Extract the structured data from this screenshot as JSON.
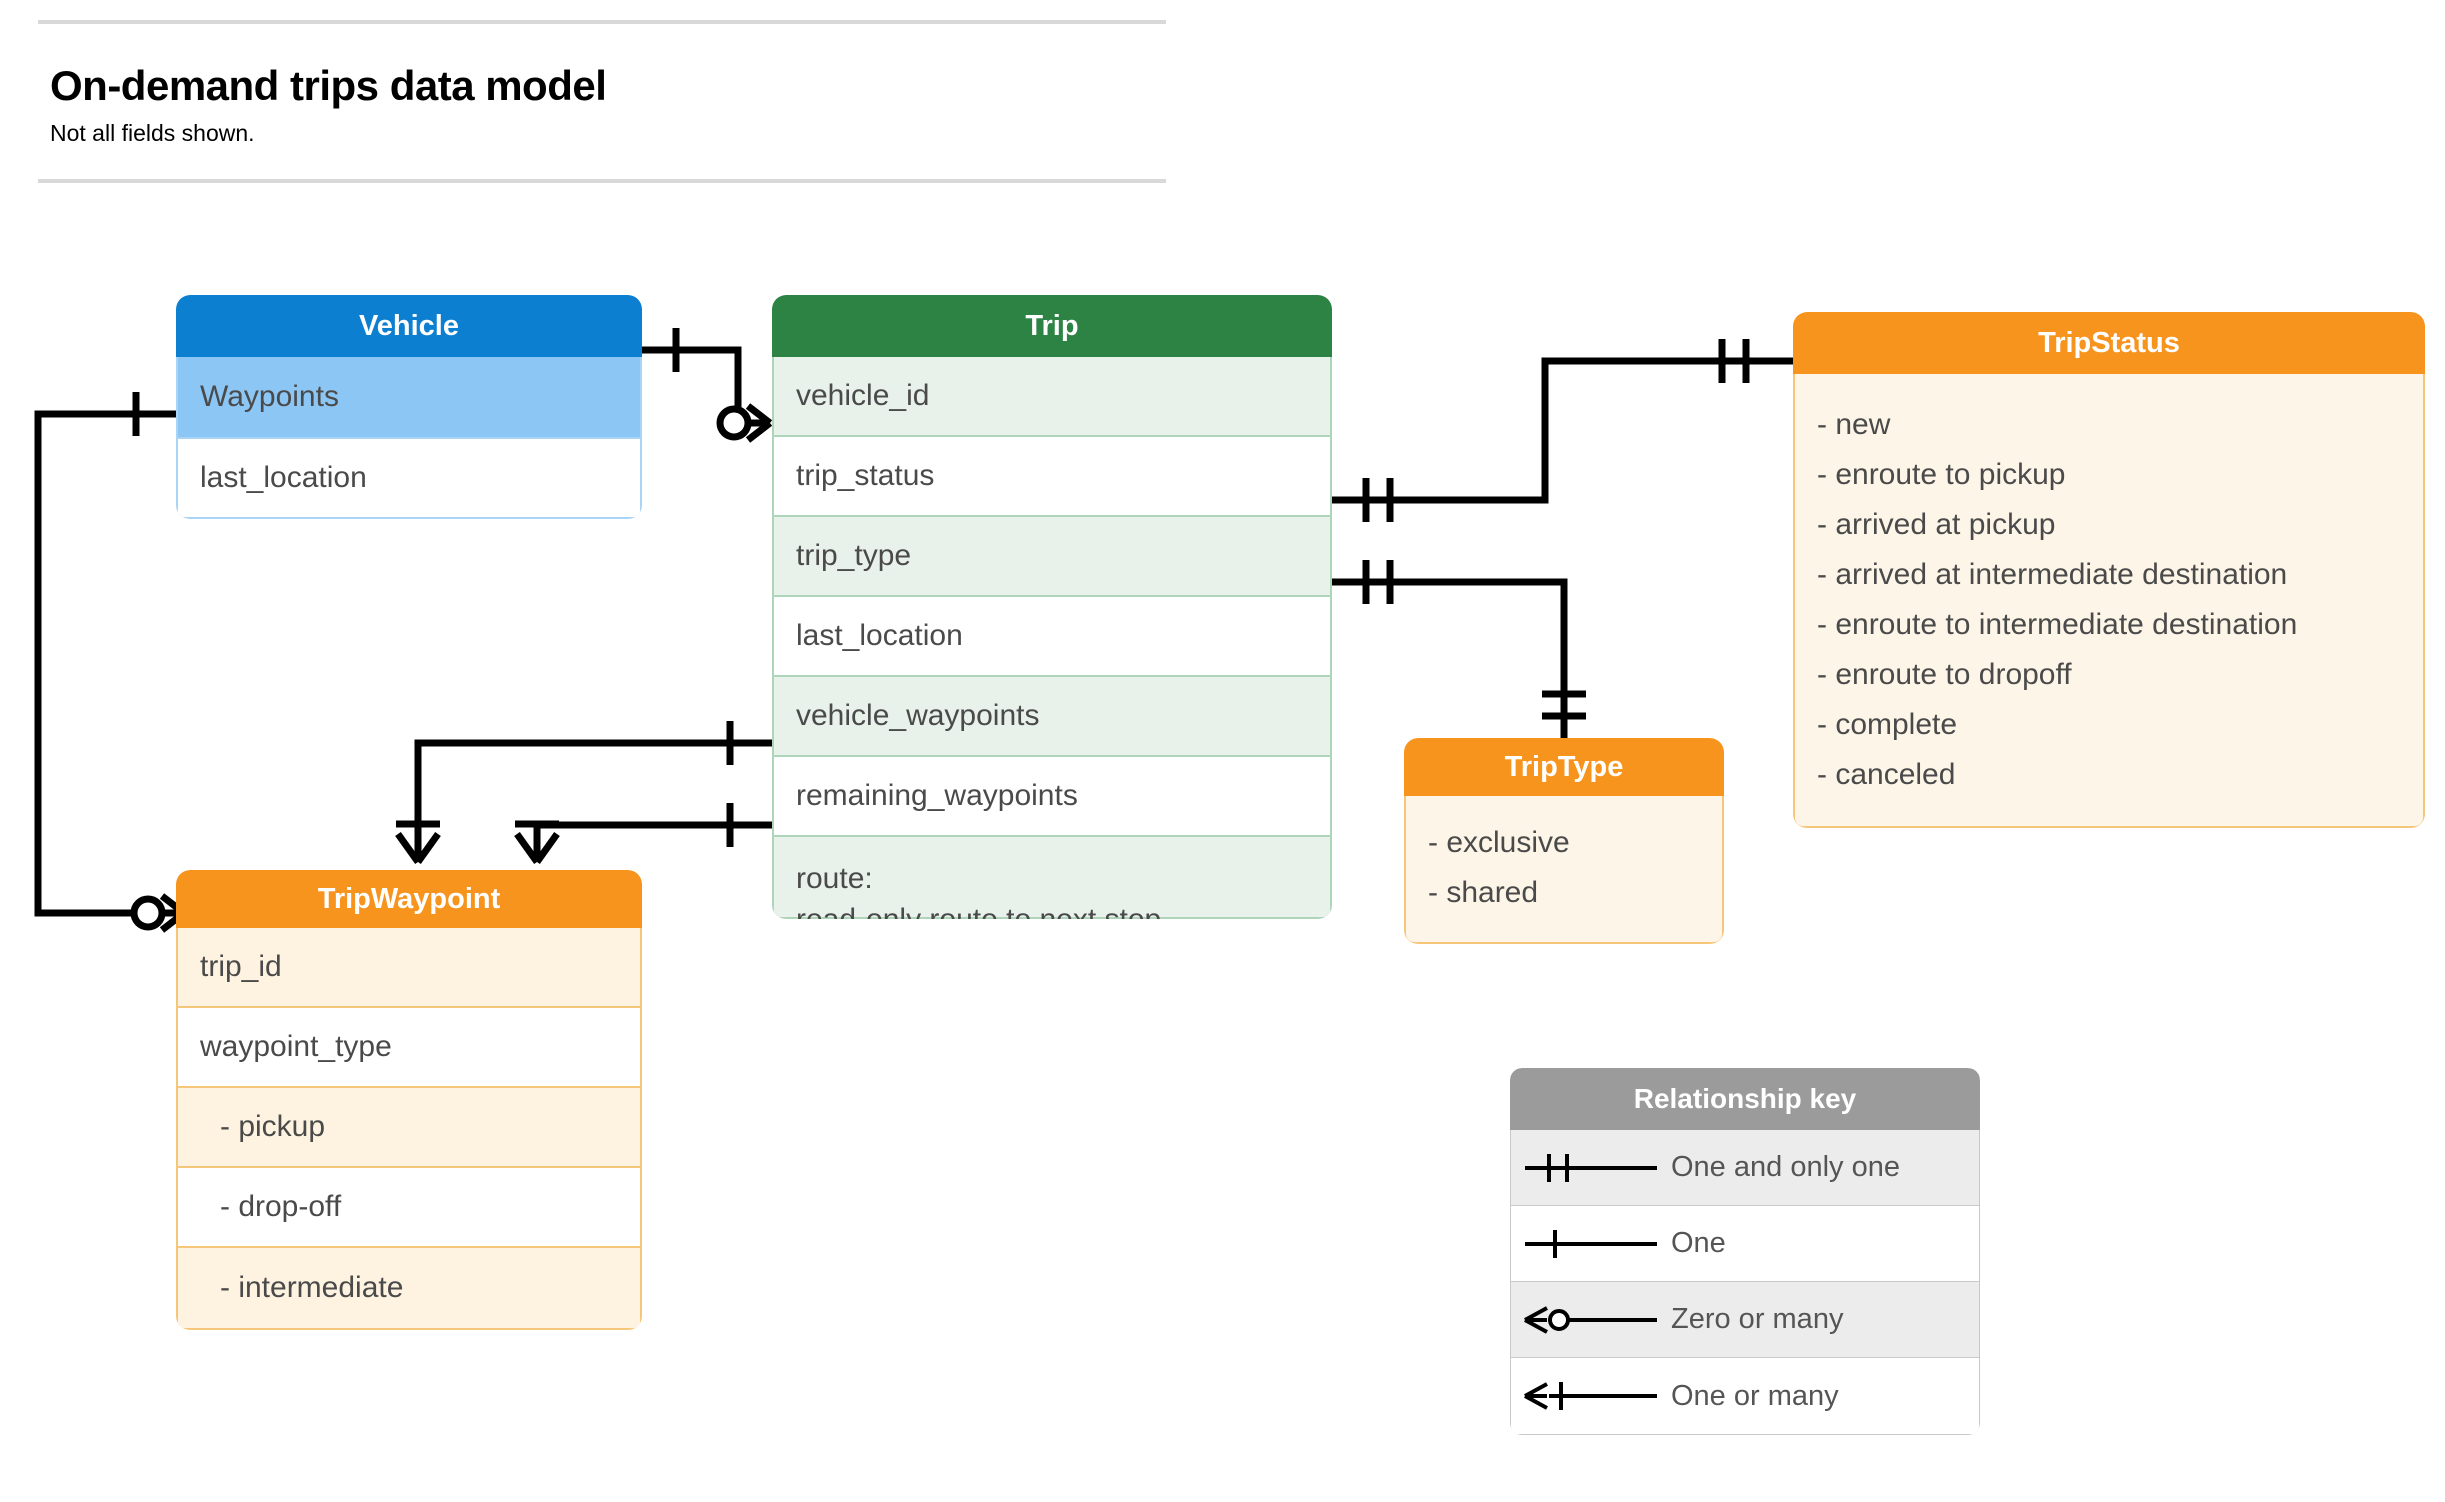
{
  "header": {
    "title": "On-demand trips data model",
    "subtitle": "Not all fields shown."
  },
  "colors": {
    "vehicle_header": "#0d7fd1",
    "vehicle_highlight_row": "#8cc6f5",
    "trip_header": "#2c8343",
    "trip_alt_row": "#e8f1ea",
    "orange_header": "#f7941e",
    "orange_body": "#fdf5e8",
    "key_header": "#9b9b9b",
    "connector": "#000000"
  },
  "entities": {
    "vehicle": {
      "title": "Vehicle",
      "fields": [
        {
          "label": "Waypoints",
          "style": "alt"
        },
        {
          "label": "last_location",
          "style": "plain"
        }
      ]
    },
    "trip": {
      "title": "Trip",
      "fields": [
        {
          "label": "vehicle_id",
          "style": "alt"
        },
        {
          "label": "trip_status",
          "style": "plain"
        },
        {
          "label": "trip_type",
          "style": "alt"
        },
        {
          "label": "last_location",
          "style": "plain"
        },
        {
          "label": "vehicle_waypoints",
          "style": "alt"
        },
        {
          "label": "remaining_waypoints",
          "style": "plain"
        }
      ],
      "note": {
        "line1": "route:",
        "line2": "read-only route to next stop"
      }
    },
    "trip_status": {
      "title": "TripStatus",
      "values": [
        "- new",
        "- enroute to pickup",
        "- arrived at pickup",
        "- arrived at intermediate destination",
        "- enroute to intermediate destination",
        "- enroute to dropoff",
        "- complete",
        "- canceled"
      ]
    },
    "trip_type": {
      "title": "TripType",
      "values": [
        "- exclusive",
        "- shared"
      ]
    },
    "trip_waypoint": {
      "title": "TripWaypoint",
      "fields": [
        {
          "label": "trip_id",
          "style": "alt",
          "indent": false
        },
        {
          "label": "waypoint_type",
          "style": "plain",
          "indent": false
        },
        {
          "label": "-  pickup",
          "style": "alt",
          "indent": true
        },
        {
          "label": "-  drop-off",
          "style": "plain",
          "indent": true
        },
        {
          "label": "-  intermediate",
          "style": "alt",
          "indent": true
        }
      ]
    }
  },
  "relationship_key": {
    "title": "Relationship key",
    "items": [
      {
        "label": "One and only one",
        "glyph": "one-and-only-one-icon"
      },
      {
        "label": "One",
        "glyph": "one-icon"
      },
      {
        "label": "Zero or many",
        "glyph": "zero-or-many-icon"
      },
      {
        "label": "One or many",
        "glyph": "one-or-many-icon"
      }
    ]
  },
  "relationships": [
    {
      "from": "Vehicle",
      "to": "Trip.vehicle_id",
      "from_card": "One",
      "to_card": "Zero or many"
    },
    {
      "from": "Vehicle.Waypoints",
      "to": "TripWaypoint",
      "from_card": "One",
      "to_card": "Zero or many"
    },
    {
      "from": "Trip.trip_status",
      "to": "TripStatus",
      "from_card": "One and only one",
      "to_card": "One and only one"
    },
    {
      "from": "Trip.trip_type",
      "to": "TripType",
      "from_card": "One and only one",
      "to_card": "One and only one"
    },
    {
      "from": "Trip.vehicle_waypoints",
      "to": "TripWaypoint",
      "from_card": "One",
      "to_card": "One or many"
    },
    {
      "from": "Trip.remaining_waypoints",
      "to": "TripWaypoint",
      "from_card": "One",
      "to_card": "One or many"
    }
  ]
}
